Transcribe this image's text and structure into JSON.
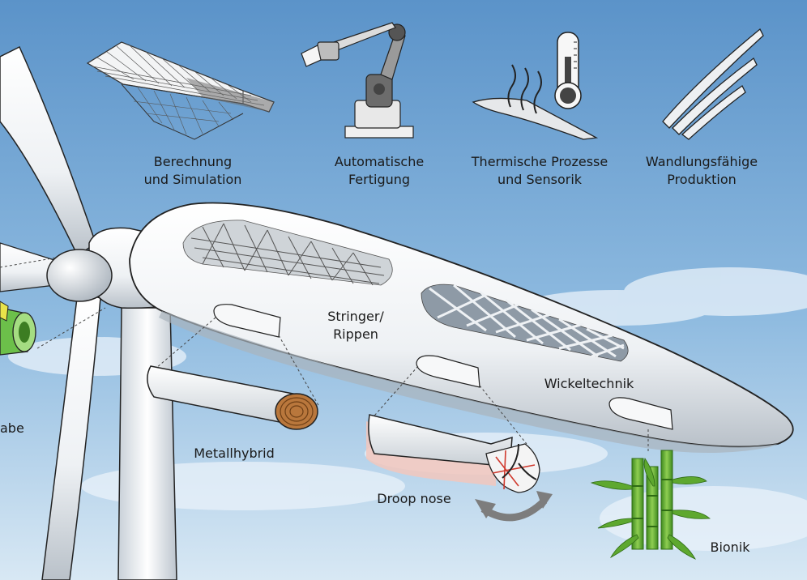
{
  "top_icons": [
    {
      "icon": "mesh-blade-icon",
      "lines": [
        "Berechnung",
        "und Simulation"
      ]
    },
    {
      "icon": "robot-arm-icon",
      "lines": [
        "Automatische",
        "Fertigung"
      ]
    },
    {
      "icon": "thermometer-icon",
      "lines": [
        "Thermische Prozesse",
        "und Sensorik"
      ]
    },
    {
      "icon": "blade-variants-icon",
      "lines": [
        "Wandlungsfähige",
        "Produktion"
      ]
    }
  ],
  "blade_labels": {
    "stringer": [
      "Stringer/",
      "Rippen"
    ],
    "wickeltechnik": "Wickeltechnik",
    "metallhybrid": "Metallhybrid",
    "droop_nose": "Droop nose",
    "bionik": "Bionik",
    "cut_left": "abe"
  },
  "colors": {
    "sky_top": "#5b93c9",
    "sky_bottom": "#d8e8f4",
    "bamboo": "#6fb03a",
    "wood": "#b9773c",
    "droop_tint": "#f2c7bd",
    "arrow": "#7d7d7d"
  }
}
